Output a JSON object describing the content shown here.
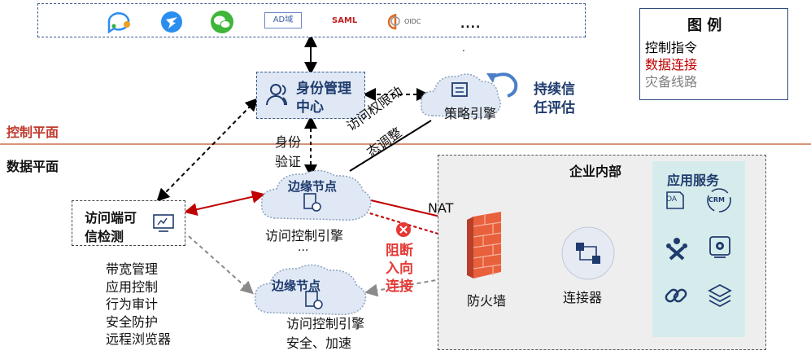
{
  "top_bar": {
    "ad_label": "AD域",
    "saml_label": "SAML",
    "oidc_label": "OIDC",
    "more": "....",
    "more_dot": "."
  },
  "legend": {
    "title": "图 例",
    "items": [
      {
        "label": "控制指令",
        "color": "#000000"
      },
      {
        "label": "数据连接",
        "color": "#c00000"
      },
      {
        "label": "灾备线路",
        "color": "#808080"
      }
    ]
  },
  "planes": {
    "control": "控制平面",
    "data": "数据平面",
    "divider_color": "#c8714a"
  },
  "identity_center": {
    "line1": "身份管理",
    "line2": "中心"
  },
  "policy_engine": {
    "label": "策略引擎",
    "eval_line1": "持续信",
    "eval_line2": "任评估"
  },
  "auth_label": {
    "line1": "身份",
    "line2": "验证"
  },
  "dynamic_label": {
    "line1": "访问权限动",
    "line2": "态调整"
  },
  "edge_node_1": {
    "title": "边缘节点",
    "engine": "访问控制引擎",
    "ellipsis": "..."
  },
  "edge_node_2": {
    "title": "边缘节点",
    "engine": "访问控制引擎",
    "services": "安全、加速"
  },
  "client": {
    "line1": "访问端可",
    "line2": "信检测"
  },
  "client_features": [
    "带宽管理",
    "应用控制",
    "行为审计",
    "安全防护",
    "远程浏览器"
  ],
  "nat_label": "NAT",
  "block_label": {
    "line1": "阻断",
    "line2": "入向",
    "line3": "连接"
  },
  "enterprise": {
    "title": "企业内部",
    "firewall": "防火墙",
    "connector": "连接器"
  },
  "app_services": {
    "title": "应用服务",
    "oa": "OA",
    "crm": "CRM"
  }
}
